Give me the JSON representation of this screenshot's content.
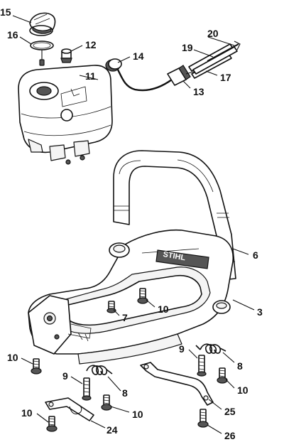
{
  "brand_text": "STIHL",
  "callouts": {
    "p15": "15",
    "p16": "16",
    "p12": "12",
    "p11": "11",
    "p14": "14",
    "p20": "20",
    "p19": "19",
    "p17": "17",
    "p13": "13",
    "p6": "6",
    "p3": "3",
    "p7": "7",
    "p10_mount": "10",
    "p10_left": "10",
    "p9_left": "9",
    "p8_left": "8",
    "p10_mid": "10",
    "p10_bottom": "10",
    "p24": "24",
    "p9_right": "9",
    "p8_right": "8",
    "p10_right": "10",
    "p25": "25",
    "p26": "26"
  }
}
